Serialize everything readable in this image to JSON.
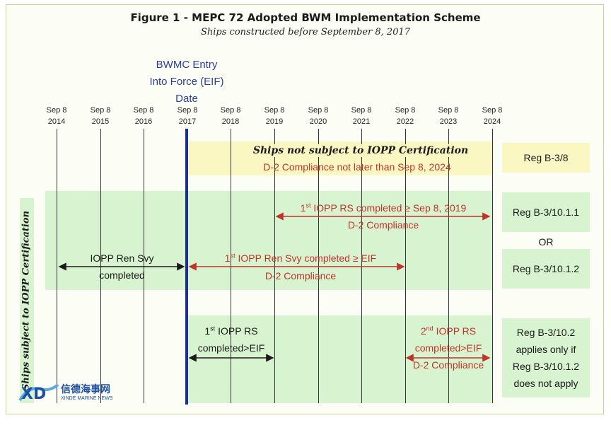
{
  "figure": {
    "title": "Figure 1 - MEPC 72 Adopted BWM Implementation Scheme",
    "subtitle": "Ships constructed before September 8, 2017"
  },
  "eif_label": [
    "BWMC Entry",
    "Into Force (EIF)",
    "Date"
  ],
  "timeline": {
    "month": "Sep 8",
    "years": [
      "2014",
      "2015",
      "2016",
      "2017",
      "2018",
      "2019",
      "2020",
      "2021",
      "2022",
      "2023",
      "2024"
    ]
  },
  "not_subject": {
    "heading": "Ships not subject to IOPP Certification",
    "text": "D-2 Compliance not later than Sep 8, 2024",
    "reg": "Reg B-3/8"
  },
  "subject_side_label": "Ships subject to IOPP Certification",
  "row_a": {
    "ord": "1",
    "ord_suffix": "st",
    "line1": " IOPP RS completed ≥ Sep 8, 2019",
    "line2": "D-2 Compliance",
    "reg": "Reg B-3/10.1.1"
  },
  "or_label": "OR",
  "row_b": {
    "left_line1": "IOPP Ren Svy",
    "left_line2": "completed",
    "ord": "1",
    "ord_suffix": "st",
    "line1": " IOPP Ren Svy completed ≥ EIF",
    "line2": "D-2 Compliance",
    "reg": "Reg B-3/10.1.2"
  },
  "row_c": {
    "left_ord": "1",
    "left_ord_suffix": "st",
    "left_line1": " IOPP RS",
    "left_line2": "completed>EIF",
    "right_ord": "2",
    "right_ord_suffix": "nd",
    "right_line1": " IOPP RS",
    "right_line2": "completed>EIF",
    "right_line3": "D-2 Compliance",
    "reg_lines": [
      "Reg B-3/10.2",
      "applies only if",
      "Reg B-3/10.1.2",
      "does not apply"
    ]
  },
  "logo": {
    "mark": "XD",
    "name_cn": "信德海事网",
    "name_en": "XINDE MARINE NEWS"
  },
  "colors": {
    "eif_blue": "#1c2f8f",
    "compliance_red": "#c0332b",
    "band_green": "#d8f3cf",
    "band_yellow": "#fbf7c3"
  }
}
